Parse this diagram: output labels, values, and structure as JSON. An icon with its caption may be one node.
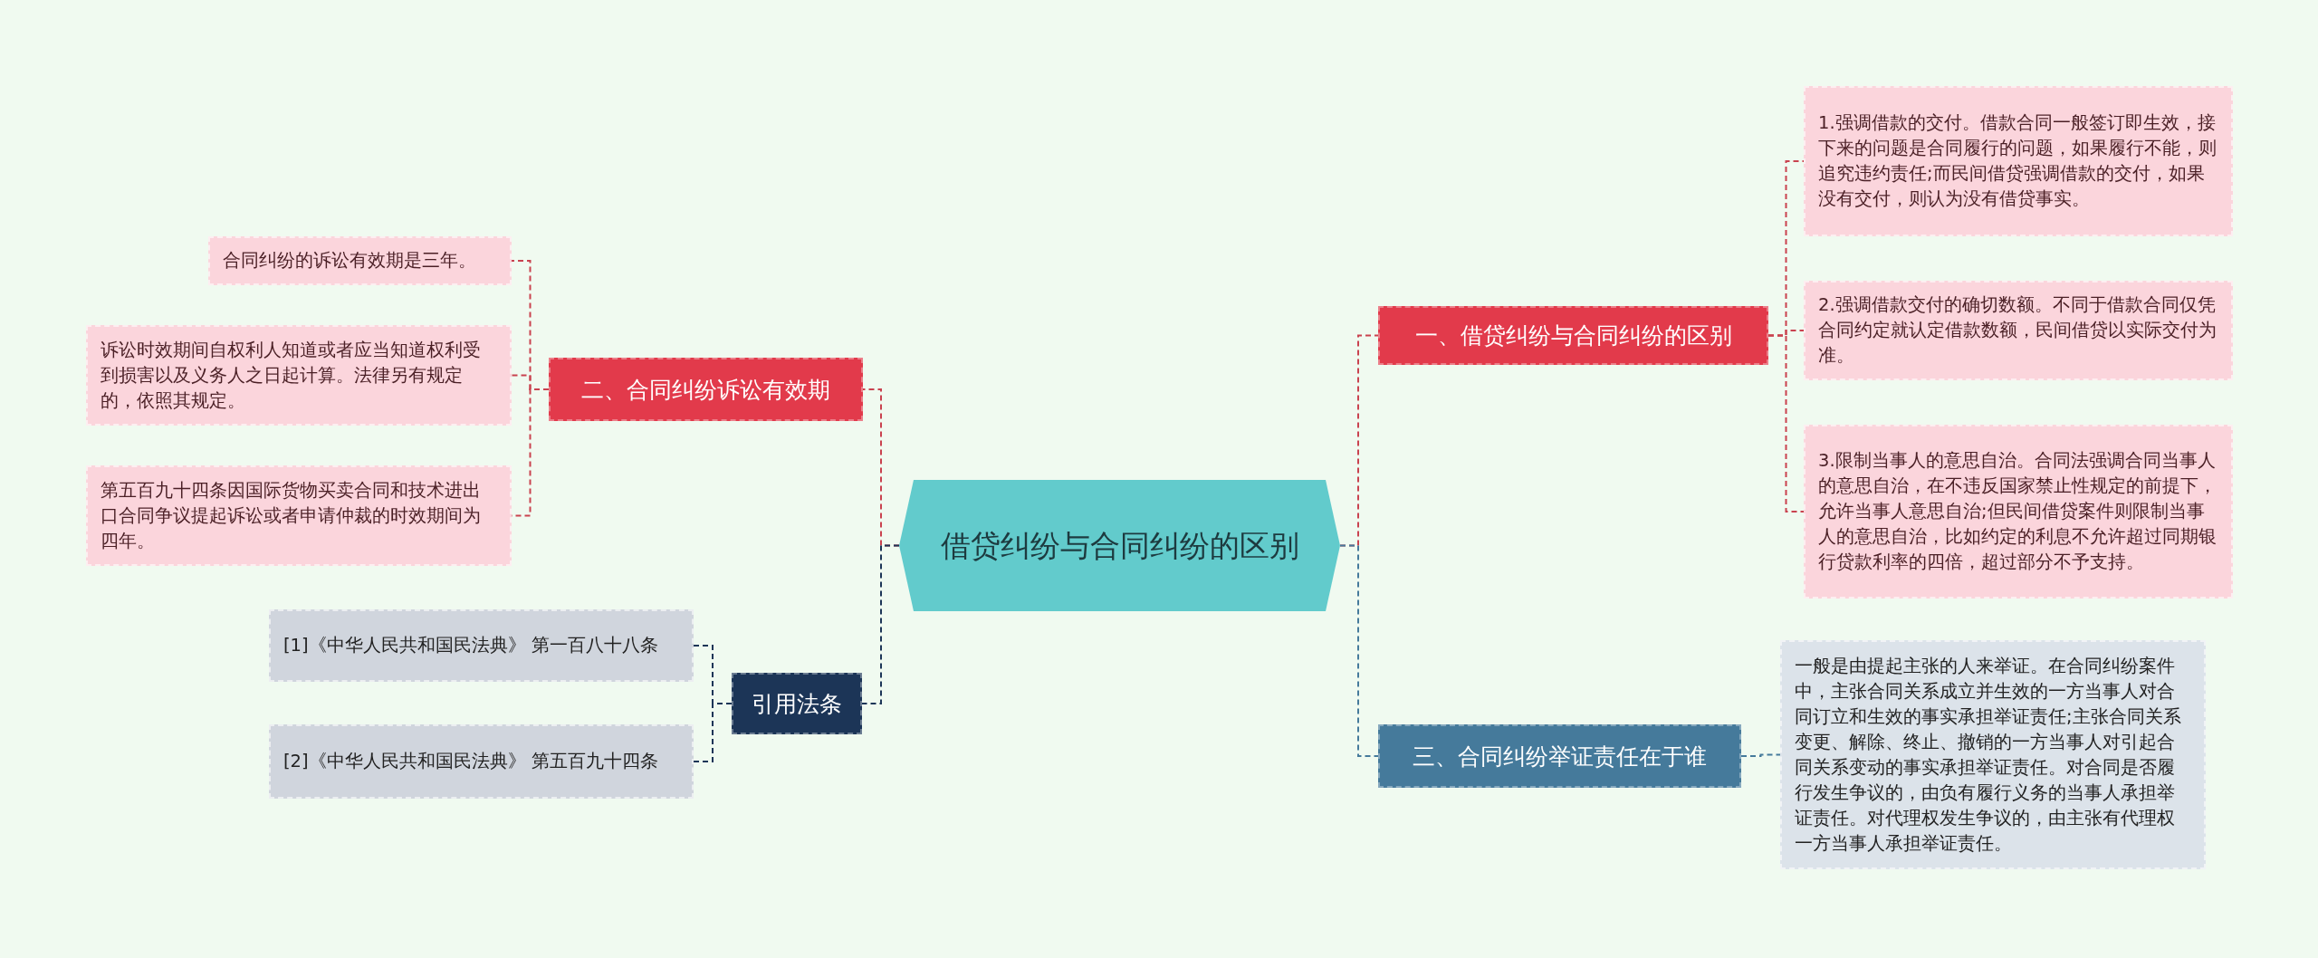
{
  "diagram": {
    "nodes": [
      {
        "text": [
          "借贷纠纷与合同纠纷的区别"
        ]
      },
      {
        "text": [
          "一、借贷纠纷与合同纠纷的区别"
        ]
      },
      {
        "text": [
          "1.强调借款的交付。借款合同一般签订即生效，接下来的问题是合同履行的问题，如果履行不能，则追究违约责任;而民间借贷强调借款的交付，如果没有交付，则认为没有借贷事实。"
        ]
      },
      {
        "text": [
          "2.强调借款交付的确切数额。不同于借款合同仅凭合同约定就认定借款数额，民间借贷以实际交付为准。"
        ]
      },
      {
        "text": [
          "3.限制当事人的意思自治。合同法强调合同当事人的意思自治，在不违反国家禁止性规定的前提下，允许当事人意思自治;但民间借贷案件则限制当事人的意思自治，比如约定的利息不允许超过同期银行贷款利率的四倍，超过部分不予支持。"
        ]
      },
      {
        "text": [
          "二、合同纠纷诉讼有效期"
        ]
      },
      {
        "text": [
          "合同纠纷的诉讼有效期是三年。"
        ]
      },
      {
        "text": [
          "诉讼时效期间自权利人知道或者应当知道权利受到损害以及义务人之日起计算。法律另有规定的，依照其规定。"
        ]
      },
      {
        "text": [
          "第五百九十四条因国际货物买卖合同和技术进出口合同争议提起诉讼或者申请仲裁的时效期间为四年。"
        ]
      },
      {
        "text": [
          "引用法条"
        ]
      },
      {
        "text": [
          "[1]《中华人民共和国民法典》 第一百八十八条"
        ]
      },
      {
        "text": [
          "[2]《中华人民共和国民法典》 第五百九十四条"
        ]
      },
      {
        "text": [
          "三、合同纠纷举证责任在于谁"
        ]
      },
      {
        "text": [
          "一般是由提起主张的人来举证。在合同纠纷案件中，主张合同关系成立并生效的一方当事人对合同订立和生效的事实承担举证责任;主张合同关系变更、解除、终止、撤销的一方当事人对引起合同关系变动的事实承担举证责任。对合同是否履行发生争议的，由负有履行义务的当事人承担举证责任。对代理权发生争议的，由主张有代理权一方当事人承担举证责任。"
        ]
      }
    ],
    "edges": [
      {
        "from": 0,
        "to": 1,
        "arrow": "none"
      },
      {
        "from": 1,
        "to": 2,
        "arrow": "none"
      },
      {
        "from": 1,
        "to": 3,
        "arrow": "none"
      },
      {
        "from": 1,
        "to": 4,
        "arrow": "none"
      },
      {
        "from": 0,
        "to": 5,
        "arrow": "none"
      },
      {
        "from": 5,
        "to": 6,
        "arrow": "none"
      },
      {
        "from": 5,
        "to": 7,
        "arrow": "none"
      },
      {
        "from": 5,
        "to": 8,
        "arrow": "none"
      },
      {
        "from": 0,
        "to": 9,
        "arrow": "none",
        "color": "#1c3557"
      },
      {
        "from": 9,
        "to": 10,
        "arrow": "none",
        "color": "#1c3557"
      },
      {
        "from": 9,
        "to": 11,
        "arrow": "none",
        "color": "#1c3557"
      },
      {
        "from": 0,
        "to": 12,
        "arrow": "none",
        "color": "#457a9b"
      },
      {
        "from": 12,
        "to": 13,
        "arrow": "none",
        "color": "#457a9b"
      }
    ]
  }
}
